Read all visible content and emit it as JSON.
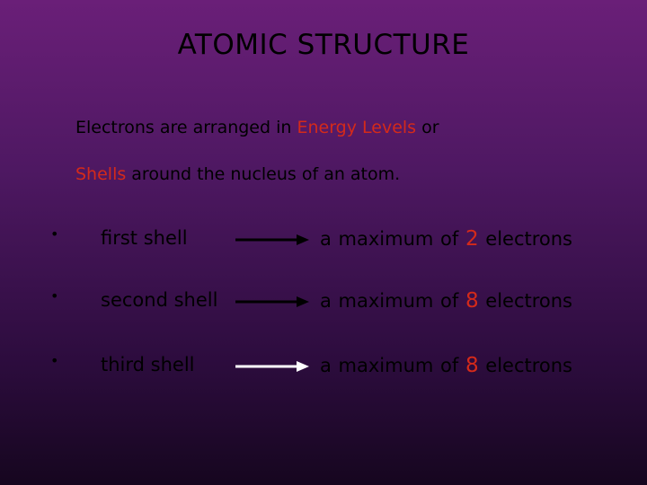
{
  "title": "ATOMIC STRUCTURE",
  "intro": {
    "line1_pre": "Electrons are arranged in ",
    "line1_highlight": "Energy Levels",
    "line1_post": " or",
    "line2_highlight": "Shells",
    "line2_post": " around the nucleus of an atom."
  },
  "shells": [
    {
      "bullet": "•",
      "label": "first shell",
      "desc_pre": "a maximum of ",
      "number": "2",
      "desc_post": " electrons"
    },
    {
      "bullet": "•",
      "label": "second shell",
      "desc_pre": "a maximum of ",
      "number": "8",
      "desc_post": " electrons"
    },
    {
      "bullet": "•",
      "label": "third shell",
      "desc_pre": "a maximum of ",
      "number": "8",
      "desc_post": " electrons"
    }
  ],
  "colors": {
    "highlight": "#d42a1a",
    "background_top": "#6a1f78",
    "background_bottom": "#16061f"
  }
}
